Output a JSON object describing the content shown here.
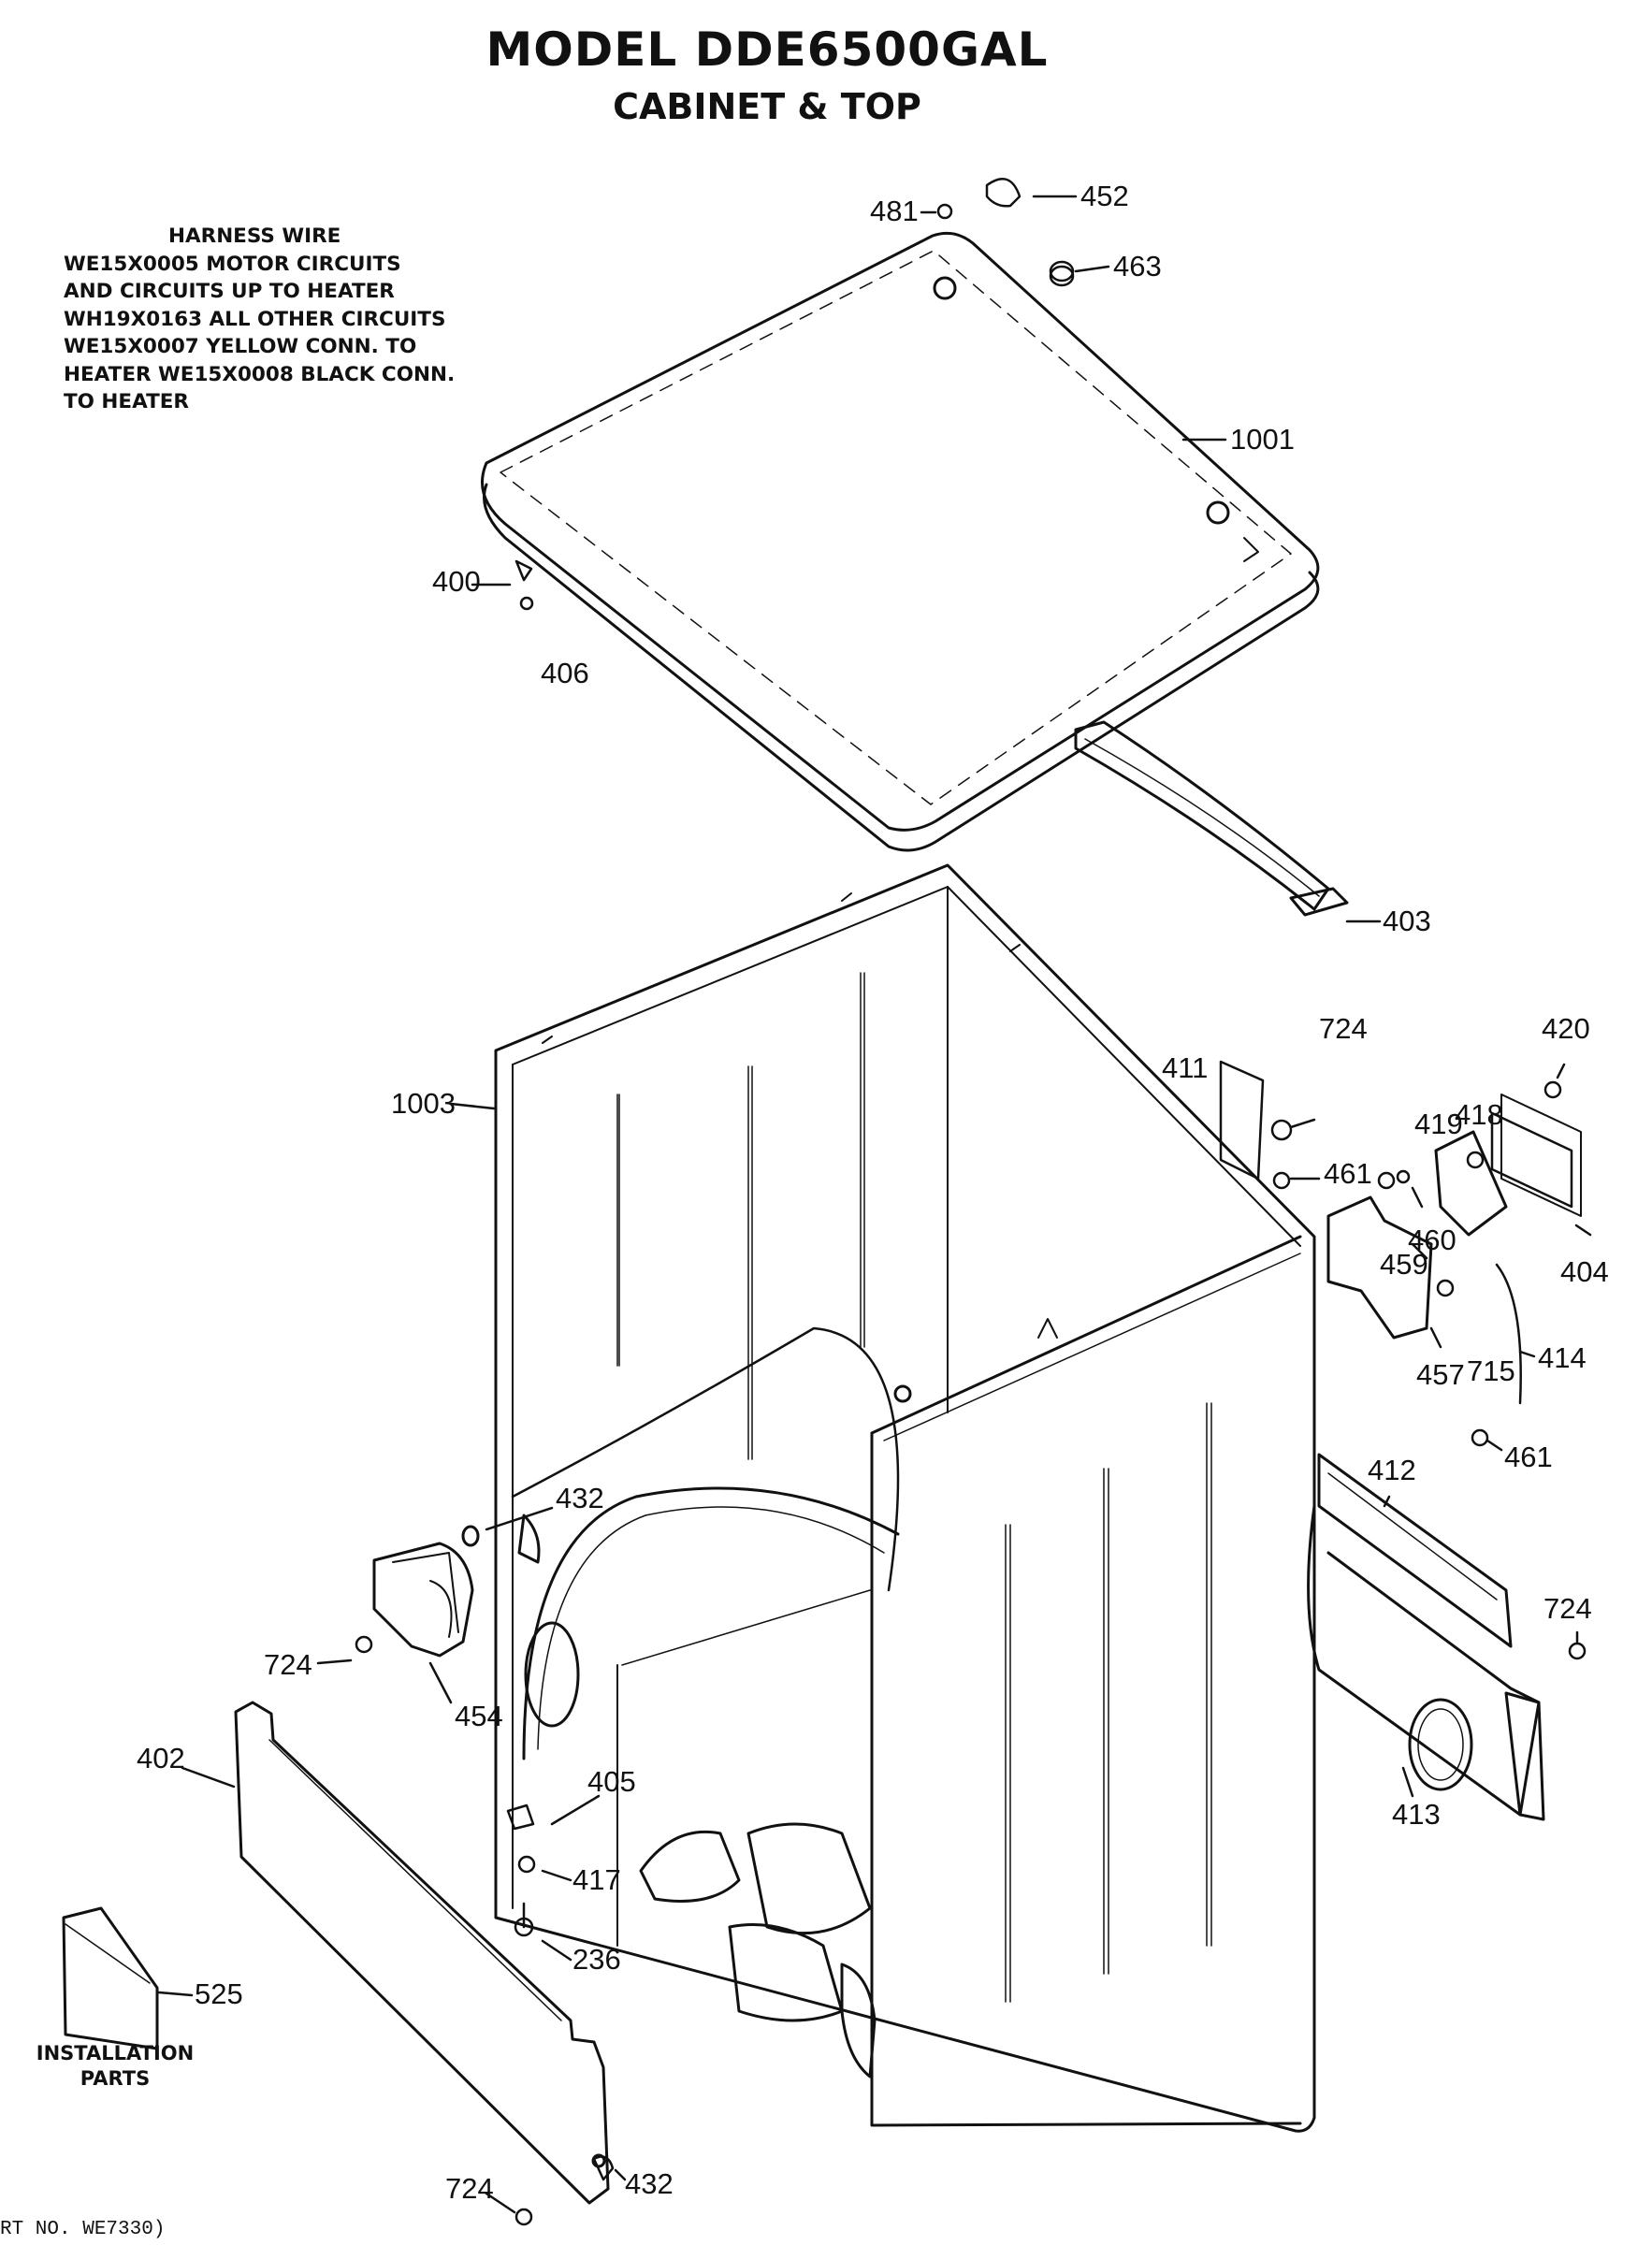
{
  "title": "MODEL DDE6500GAL",
  "subtitle": "CABINET & TOP",
  "harness": {
    "title": "HARNESS WIRE",
    "lines": [
      "WE15X0005 MOTOR CIRCUITS",
      "AND CIRCUITS UP TO HEATER",
      "WH19X0163 ALL OTHER CIRCUITS",
      "WE15X0007 YELLOW CONN. TO",
      "HEATER WE15X0008 BLACK CONN.",
      "TO HEATER"
    ]
  },
  "installation_label": [
    "INSTALLATION",
    "PARTS"
  ],
  "footer_note": "RT NO. WE7330)",
  "part_labels": [
    {
      "id": "481",
      "text": "481"
    },
    {
      "id": "452",
      "text": "452"
    },
    {
      "id": "463",
      "text": "463"
    },
    {
      "id": "1001",
      "text": "1001"
    },
    {
      "id": "400",
      "text": "400"
    },
    {
      "id": "406",
      "text": "406"
    },
    {
      "id": "403",
      "text": "403"
    },
    {
      "id": "420",
      "text": "420"
    },
    {
      "id": "724a",
      "text": "724"
    },
    {
      "id": "411",
      "text": "411"
    },
    {
      "id": "419",
      "text": "419"
    },
    {
      "id": "418",
      "text": "418"
    },
    {
      "id": "1003",
      "text": "1003"
    },
    {
      "id": "461a",
      "text": "461"
    },
    {
      "id": "459",
      "text": "459"
    },
    {
      "id": "460",
      "text": "460"
    },
    {
      "id": "404",
      "text": "404"
    },
    {
      "id": "457",
      "text": "457"
    },
    {
      "id": "715",
      "text": "715"
    },
    {
      "id": "414",
      "text": "414"
    },
    {
      "id": "461b",
      "text": "461"
    },
    {
      "id": "412",
      "text": "412"
    },
    {
      "id": "432a",
      "text": "432"
    },
    {
      "id": "724b",
      "text": "724"
    },
    {
      "id": "724c",
      "text": "724"
    },
    {
      "id": "454",
      "text": "454"
    },
    {
      "id": "402",
      "text": "402"
    },
    {
      "id": "405",
      "text": "405"
    },
    {
      "id": "413",
      "text": "413"
    },
    {
      "id": "417",
      "text": "417"
    },
    {
      "id": "236",
      "text": "236"
    },
    {
      "id": "525",
      "text": "525"
    },
    {
      "id": "724d",
      "text": "724"
    },
    {
      "id": "432b",
      "text": "432"
    }
  ]
}
